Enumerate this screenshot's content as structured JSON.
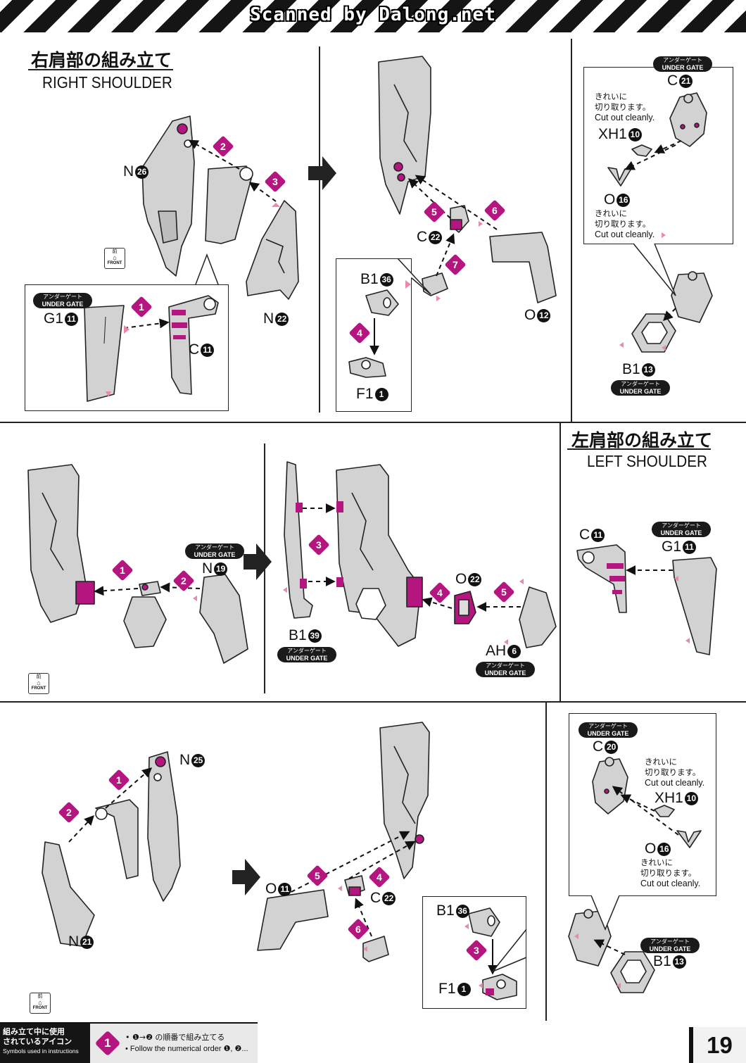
{
  "header": {
    "scan_credit": "Scanned by Dalong.net"
  },
  "sections": {
    "right_shoulder": {
      "title_jp": "右肩部の組み立て",
      "title_en": "RIGHT SHOULDER"
    },
    "left_shoulder": {
      "title_jp": "左肩部の組み立て",
      "title_en": "LEFT SHOULDER"
    }
  },
  "badges": {
    "under_gate_jp": "アンダーゲート",
    "under_gate_en": "UNDER GATE"
  },
  "notes": {
    "cut_jp_1": "きれいに",
    "cut_jp_2": "切り取ります。",
    "cut_en": "Cut out cleanly."
  },
  "front_icon": {
    "jp": "前",
    "en": "FRONT"
  },
  "parts": {
    "p1_N26": "N",
    "p1_N26_n": "26",
    "p1_N22": "N",
    "p1_N22_n": "22",
    "p1_G1_11": "G1",
    "p1_G1_11_n": "11",
    "p1_C11": "C",
    "p1_C11_n": "11",
    "p2_C22": "C",
    "p2_C22_n": "22",
    "p2_B1_36": "B1",
    "p2_B1_36_n": "36",
    "p2_F1_1": "F1",
    "p2_F1_1_n": "1",
    "p2_O12": "O",
    "p2_O12_n": "12",
    "p3_C21": "C",
    "p3_C21_n": "21",
    "p3_XH1_10": "XH1",
    "p3_XH1_10_n": "10",
    "p3_O16": "O",
    "p3_O16_n": "16",
    "p3_B1_13": "B1",
    "p3_B1_13_n": "13",
    "p4_N19": "N",
    "p4_N19_n": "19",
    "p5_B1_39": "B1",
    "p5_B1_39_n": "39",
    "p5_O22": "O",
    "p5_O22_n": "22",
    "p5_AH6": "AH",
    "p5_AH6_n": "6",
    "p6_C11": "C",
    "p6_C11_n": "11",
    "p6_G1_11": "G1",
    "p6_G1_11_n": "11",
    "p7_N25": "N",
    "p7_N25_n": "25",
    "p7_N21": "N",
    "p7_N21_n": "21",
    "p8_O11": "O",
    "p8_O11_n": "11",
    "p8_C22": "C",
    "p8_C22_n": "22",
    "p8_B1_36": "B1",
    "p8_B1_36_n": "36",
    "p8_F1_1": "F1",
    "p8_F1_1_n": "1",
    "p9_C20": "C",
    "p9_C20_n": "20",
    "p9_XH1_10": "XH1",
    "p9_XH1_10_n": "10",
    "p9_O16": "O",
    "p9_O16_n": "16",
    "p9_B1_13": "B1",
    "p9_B1_13_n": "13"
  },
  "steps": {
    "s1": "1",
    "s2": "2",
    "s3": "3",
    "s4": "4",
    "s5": "5",
    "s6": "6",
    "s7": "7"
  },
  "legend": {
    "heading_jp_1": "組み立て中に使用",
    "heading_jp_2": "されているアイコン",
    "heading_en": "Symbols used in instructions",
    "badge": "1",
    "line_jp": "• ❶→❷ の順番で組み立てる",
    "line_en": "• Follow the numerical order ❶, ❷..."
  },
  "page_number": "19",
  "colors": {
    "accent": "#b5157e",
    "part_fill": "#d2d2d2",
    "ink": "#222222"
  }
}
